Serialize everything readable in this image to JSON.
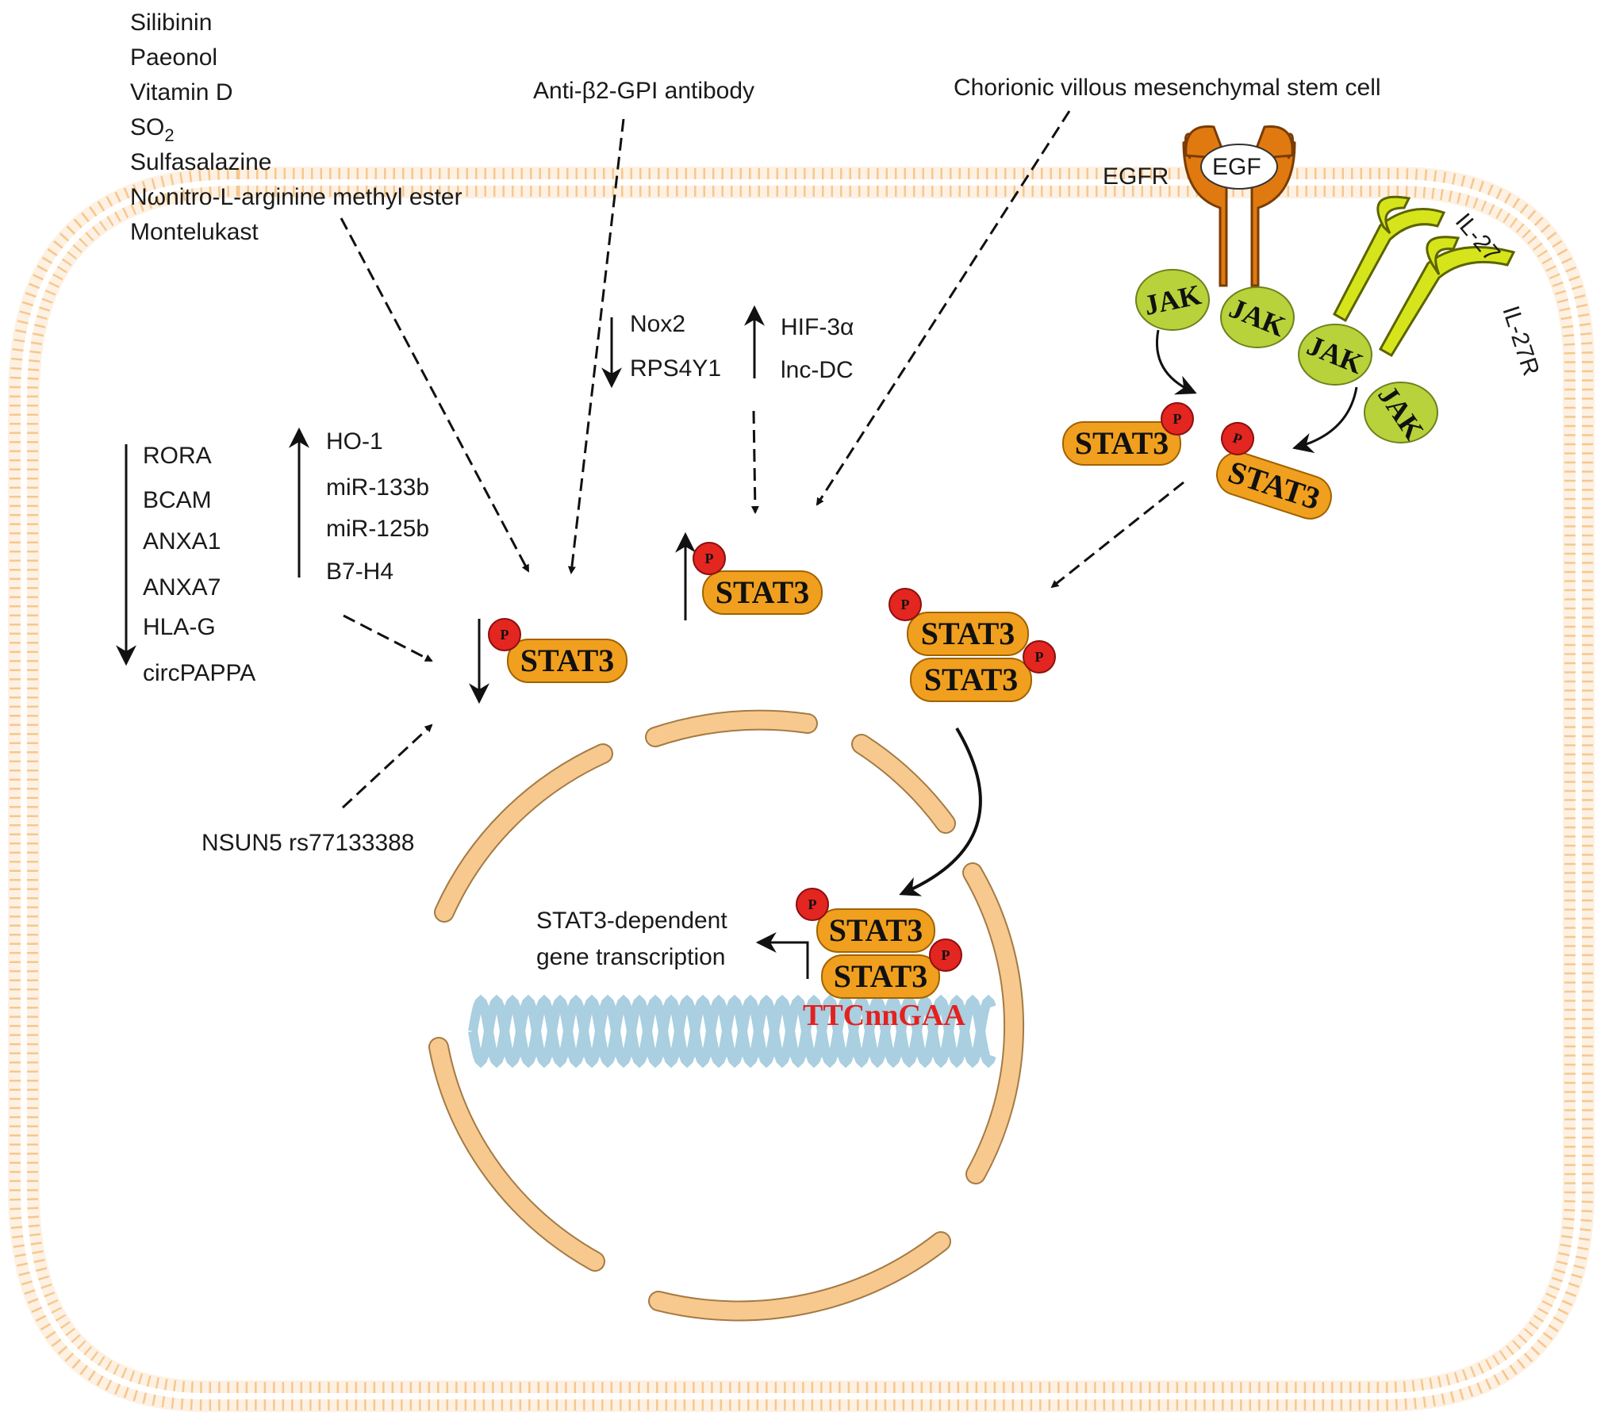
{
  "inhibitors": [
    "Silibinin",
    "Paeonol",
    "Vitamin D",
    "SO",
    "Sulfasalazine",
    "Nωnitro-L-arginine methyl ester",
    "Montelukast"
  ],
  "so2_subscript": "2",
  "antibody": "Anti-β2-GPI antibody",
  "stem_cell": "Chorionic villous mesenchymal stem cell",
  "egfr": "EGFR",
  "egf": "EGF",
  "il27": "IL-27",
  "il27r": "IL-27R",
  "jak": "JAK",
  "stat3": "STAT3",
  "p": "P",
  "down_left": [
    "RORA",
    "BCAM",
    "ANXA1",
    "ANXA7",
    "HLA-G",
    "circPAPPA"
  ],
  "up_left": [
    "HO-1",
    "miR-133b",
    "miR-125b",
    "B7-H4"
  ],
  "down_mid": [
    "Nox2",
    "RPS4Y1"
  ],
  "up_mid": [
    "HIF-3α",
    "lnc-DC"
  ],
  "nsun5": "NSUN5 rs77133388",
  "transcription": [
    "STAT3-dependent",
    "gene transcription"
  ],
  "motif": "TTCnnGAA",
  "colors": {
    "membrane": "#f7c78e",
    "stat3": "#f0a01e",
    "phospho": "#e3261f",
    "jak": "#b7d23a",
    "egfr": "#e07a10",
    "il27r": "#d6e51b",
    "nucleus": "#f8c98e",
    "dna": "#a9cfe0",
    "motif": "#e3211f"
  }
}
